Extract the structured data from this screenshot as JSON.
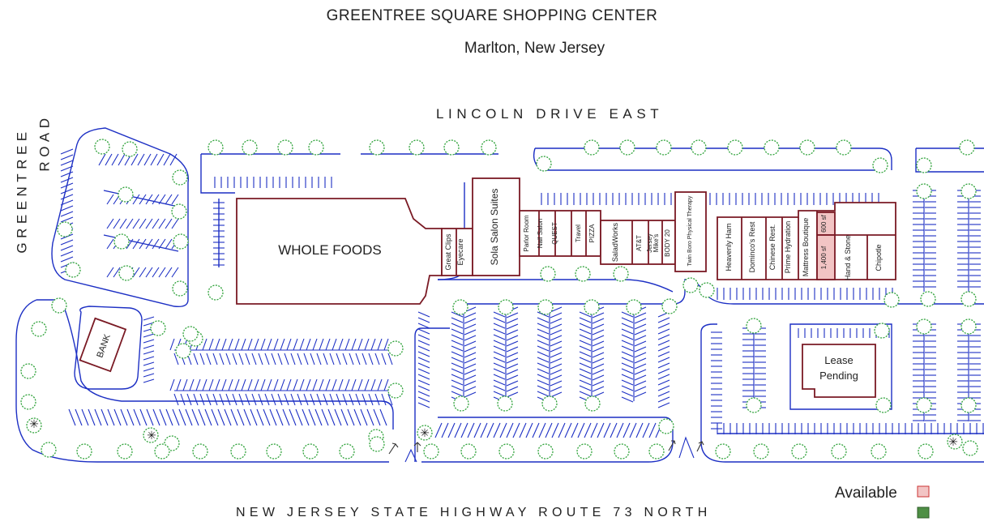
{
  "title": "GREENTREE SQUARE SHOPPING CENTER",
  "subtitle": "Marlton, New Jersey",
  "roads": {
    "north": "LINCOLN DRIVE EAST",
    "south": "NEW JERSEY STATE HIGHWAY ROUTE 73 NORTH",
    "west_a": "GREENTREE",
    "west_b": "ROAD"
  },
  "buildings": {
    "anchor": "WHOLE FOODS",
    "bank": "BANK",
    "lease_line1": "Lease",
    "lease_line2": "Pending"
  },
  "tenants": [
    "Great Clips",
    "Eyecare",
    "Sola Salon Suites",
    "Parlor Room",
    "Nail Salon",
    "QUEST",
    "Travel",
    "PIZZA",
    "SaladWorks",
    "AT&T",
    "Jersey",
    "Mike's",
    "BODY 20",
    "Twin Boro Physical Therapy",
    "Heavenly Ham",
    "Dominco's Rest",
    "Chinese Rest.",
    "Prime Hydration",
    "Mattress Boutique",
    "600 sf",
    "1,400 sf",
    "Hand & Stone",
    "Chipotle"
  ],
  "legend": {
    "available_label": "Available",
    "available_color": "#f2c4c4",
    "leased_color": "#4e8f45"
  },
  "colors": {
    "building": "#7a1a24",
    "parking": "#1c2fc4",
    "tree": "#2fa23a"
  }
}
